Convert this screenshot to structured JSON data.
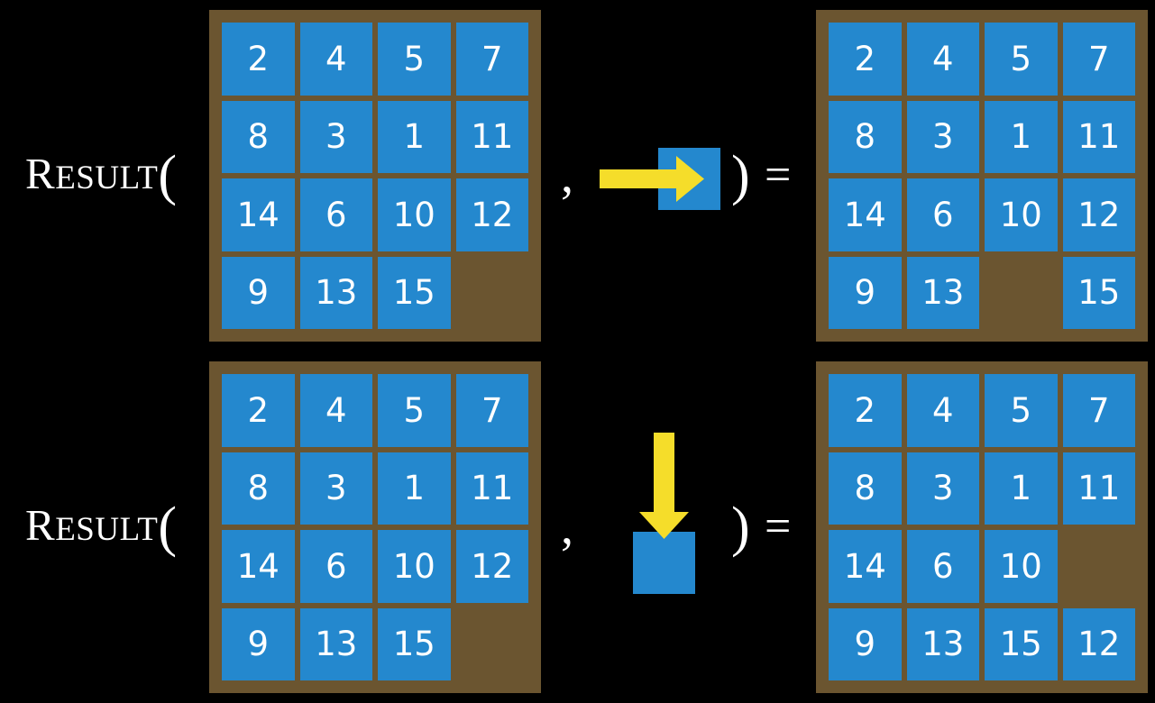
{
  "page": {
    "background_color": "#000000",
    "tile_color": "#2488ce",
    "board_color": "#6b5530",
    "arrow_color": "#f5dd2a",
    "text_color": "#ffffff"
  },
  "labels": {
    "result_cap": "R",
    "result_rest": "ESULT",
    "result_open_paren": "(",
    "comma": ",",
    "close_paren": ")",
    "equals": "="
  },
  "rows": [
    {
      "id": "row-move-right",
      "action_icon": "arrow-right-icon",
      "action_direction": "right",
      "input_board": {
        "caption": "input-board",
        "cells": [
          [
            "2",
            "4",
            "5",
            "7"
          ],
          [
            "8",
            "3",
            "1",
            "11"
          ],
          [
            "14",
            "6",
            "10",
            "12"
          ],
          [
            "9",
            "13",
            "15",
            ""
          ]
        ]
      },
      "output_board": {
        "caption": "output-board",
        "cells": [
          [
            "2",
            "4",
            "5",
            "7"
          ],
          [
            "8",
            "3",
            "1",
            "11"
          ],
          [
            "14",
            "6",
            "10",
            "12"
          ],
          [
            "9",
            "13",
            "",
            "15"
          ]
        ]
      }
    },
    {
      "id": "row-move-down",
      "action_icon": "arrow-down-icon",
      "action_direction": "down",
      "input_board": {
        "caption": "input-board",
        "cells": [
          [
            "2",
            "4",
            "5",
            "7"
          ],
          [
            "8",
            "3",
            "1",
            "11"
          ],
          [
            "14",
            "6",
            "10",
            "12"
          ],
          [
            "9",
            "13",
            "15",
            ""
          ]
        ]
      },
      "output_board": {
        "caption": "output-board",
        "cells": [
          [
            "2",
            "4",
            "5",
            "7"
          ],
          [
            "8",
            "3",
            "1",
            "11"
          ],
          [
            "14",
            "6",
            "10",
            ""
          ],
          [
            "9",
            "13",
            "15",
            "12"
          ]
        ]
      }
    }
  ]
}
